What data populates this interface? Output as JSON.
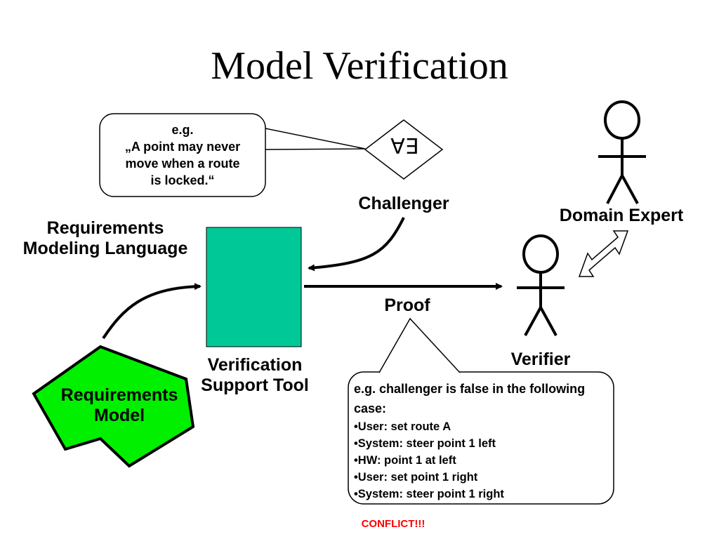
{
  "slide": {
    "title": "Model Verification"
  },
  "labels": {
    "requirements_modeling_language": "Requirements Modeling Language",
    "challenger": "Challenger",
    "domain_expert": "Domain Expert",
    "proof": "Proof",
    "verifier": "Verifier",
    "verification_support_tool": "Verification Support Tool",
    "requirements_model": "Requirements Model"
  },
  "quantifier": {
    "symbols": "∀∃"
  },
  "challenge_bubble": {
    "lines": [
      "e.g.",
      "„A point may never",
      "move when a route",
      "is locked.“"
    ]
  },
  "proof_bubble": {
    "intro": "e.g. challenger is false in the following case:",
    "items": [
      "User: set route A",
      "System: steer point 1 left",
      "HW: point 1 at left",
      "User: set point 1 right",
      "System: steer point 1 right"
    ]
  },
  "conflict": "CONFLICT!!!",
  "colors": {
    "tool_box": "#00C896",
    "requirements_model": "#00F000",
    "conflict_text": "#FF0000"
  }
}
